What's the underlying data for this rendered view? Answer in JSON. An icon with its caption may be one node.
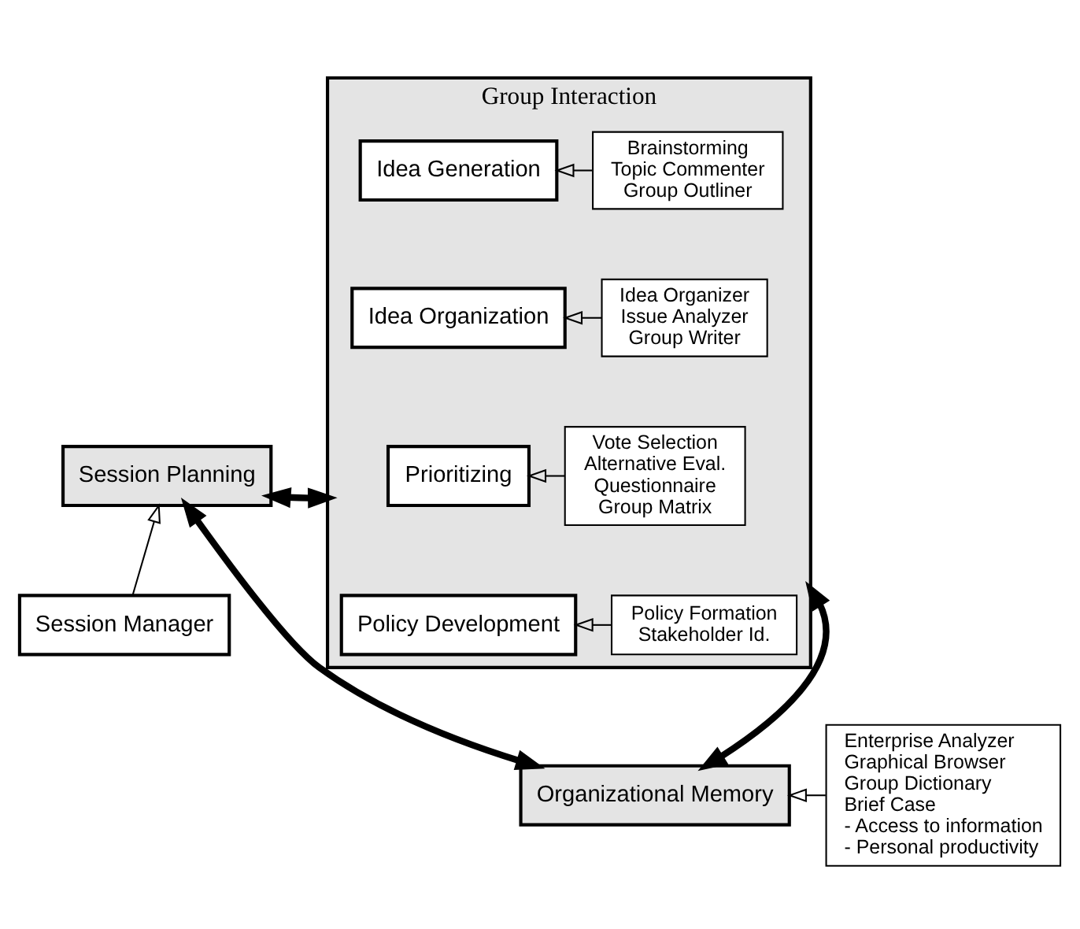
{
  "diagram": {
    "nodes": [
      {
        "text": [
          "Group Interaction"
        ]
      },
      {
        "text": [
          "Idea Generation"
        ],
        "in": 0
      },
      {
        "text": [
          "Brainstorming",
          "Topic Commenter",
          "Group Outliner"
        ],
        "in": 0
      },
      {
        "text": [
          "Idea Organization"
        ],
        "in": 0
      },
      {
        "text": [
          "Idea Organizer",
          "Issue Analyzer",
          "Group Writer"
        ],
        "in": 0
      },
      {
        "text": [
          "Prioritizing"
        ],
        "in": 0
      },
      {
        "text": [
          "Vote Selection",
          "Alternative Eval.",
          "Questionnaire",
          "Group Matrix"
        ],
        "in": 0
      },
      {
        "text": [
          "Policy Development"
        ],
        "in": 0
      },
      {
        "text": [
          "Policy Formation",
          "Stakeholder Id."
        ],
        "in": 0
      },
      {
        "text": [
          "Session Planning"
        ]
      },
      {
        "text": [
          "Session Manager"
        ]
      },
      {
        "text": [
          "Organizational Memory"
        ]
      },
      {
        "text": [
          "Enterprise Analyzer",
          "Graphical Browser",
          "Group Dictionary",
          "Brief Case",
          "- Access to information",
          "- Personal productivity"
        ]
      }
    ],
    "edges": [
      {
        "from": 2,
        "to": 1,
        "arrow": "to"
      },
      {
        "from": 4,
        "to": 3,
        "arrow": "to"
      },
      {
        "from": 6,
        "to": 5,
        "arrow": "to"
      },
      {
        "from": 8,
        "to": 7,
        "arrow": "to"
      },
      {
        "from": 10,
        "to": 9,
        "arrow": "to"
      },
      {
        "from": 9,
        "to": 0,
        "arrow": "both",
        "style": "thick"
      },
      {
        "from": 9,
        "to": 11,
        "arrow": "both",
        "style": "thick"
      },
      {
        "from": 0,
        "to": 11,
        "arrow": "both",
        "style": "thick"
      },
      {
        "from": 12,
        "to": 11,
        "arrow": "to"
      }
    ]
  }
}
